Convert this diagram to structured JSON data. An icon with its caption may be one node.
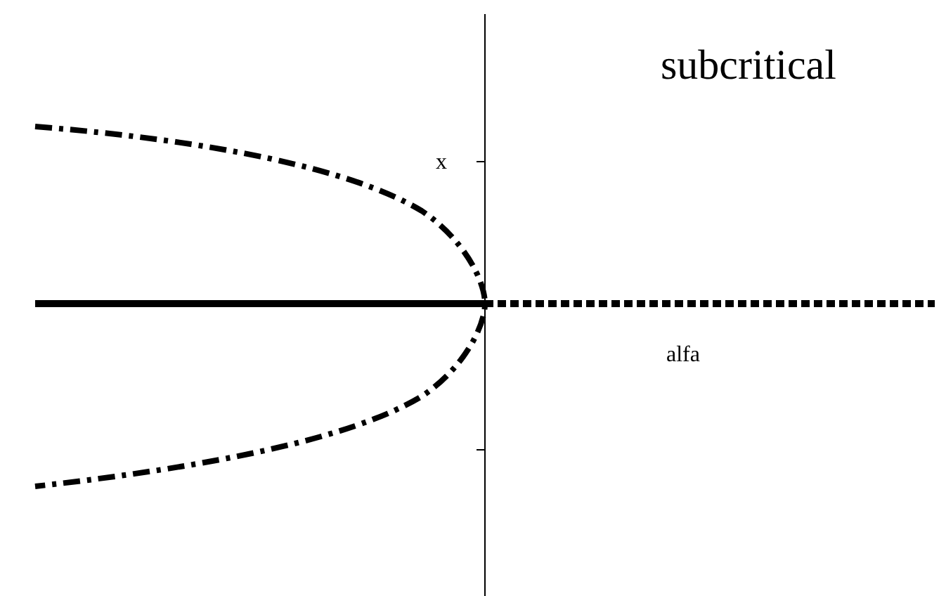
{
  "diagram": {
    "labels": [
      "subcritical",
      "x",
      "alfa"
    ]
  }
}
